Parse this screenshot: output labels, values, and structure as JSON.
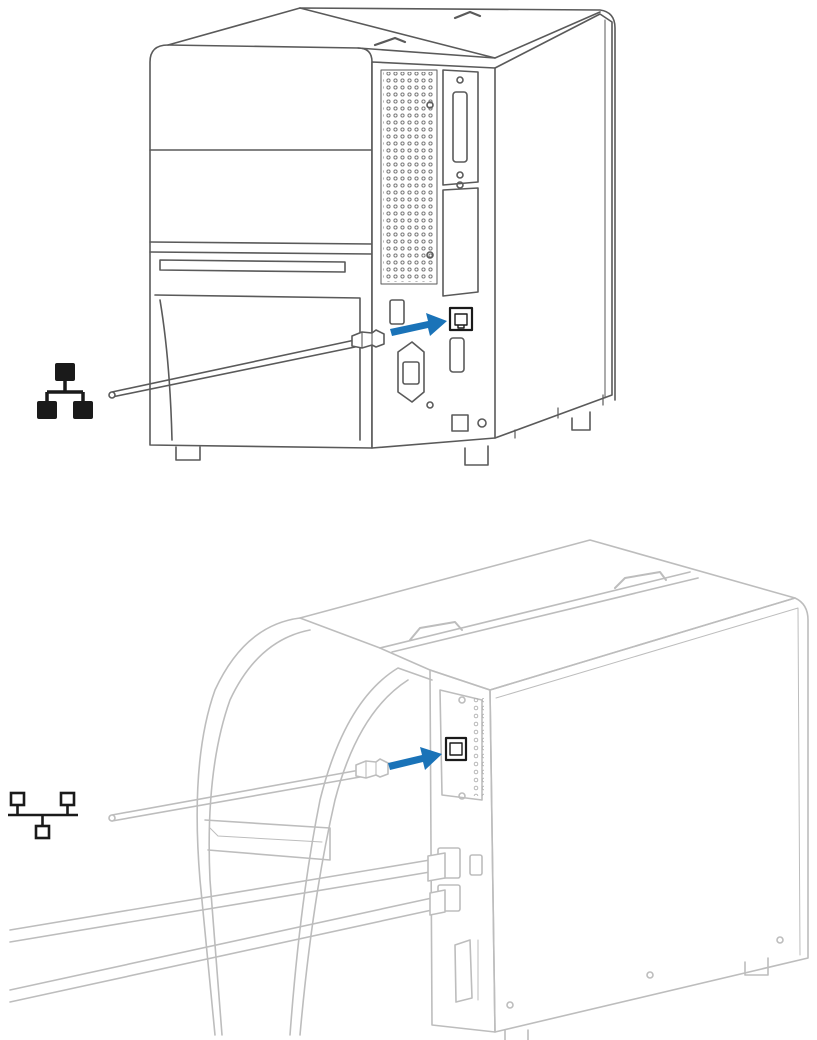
{
  "colors": {
    "line_dark": "#5a5a5a",
    "line_light": "#bdbdbd",
    "grille": "#6e6e6e",
    "arrow": "#1a73b8",
    "icon": "#1a1a1a",
    "background": "#ffffff"
  },
  "figures": [
    {
      "id": "top",
      "subject": "printer-rear-ethernet-connection",
      "rendering": "dark-outline",
      "network_icon": "network-icon-filled"
    },
    {
      "id": "bottom",
      "subject": "printer-rear-ethernet-connection",
      "rendering": "light-outline",
      "network_icon": "network-icon-outline"
    }
  ]
}
